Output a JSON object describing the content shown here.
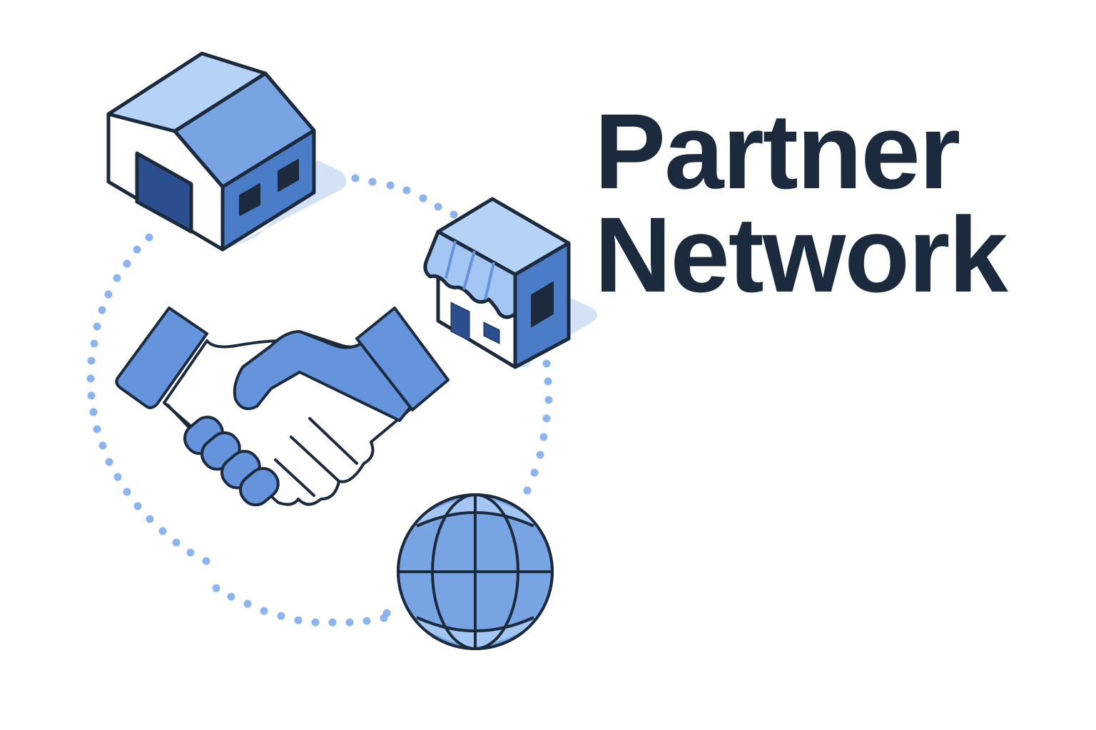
{
  "title": {
    "line1": "Partner",
    "line2": "Network"
  },
  "illustration": {
    "elements": [
      "warehouse-icon",
      "storefront-icon",
      "handshake-icon",
      "globe-icon",
      "dotted-connection-ring"
    ]
  },
  "colors": {
    "outline": "#1b2a3d",
    "light_blue": "#b4d3f7",
    "mid_blue": "#78a4e4",
    "accent_blue": "#6594dc",
    "deep_blue": "#4a7cc7",
    "navy": "#2a4e8e",
    "dots": "#8cb4ee",
    "shadow": "#d3e2f5",
    "text": "#1b2a3d"
  }
}
